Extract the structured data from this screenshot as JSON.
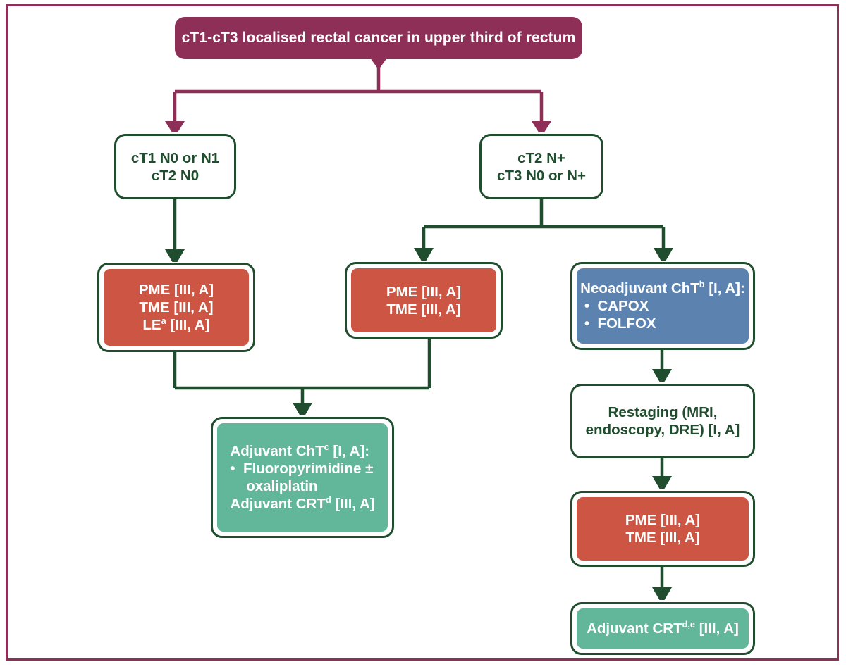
{
  "diagram": {
    "title_node": {
      "label": "cT1-cT3 localised rectal cancer in upper third of rectum"
    },
    "colors": {
      "frame": "#8d2f57",
      "title_fill": "#8d2f57",
      "connector_top": "#8d2f57",
      "connector_main": "#1f4d2e",
      "border_green": "#1f4d2e",
      "surgery_fill": "#cc5543",
      "chemo_fill": "#5c83af",
      "adjuvant_fill": "#62b69a",
      "node_text_white": "#ffffff",
      "decision_text": "#1f4d2e"
    },
    "decision_nodes": [
      {
        "id": "left-stage",
        "line1": "cT1 N0 or N1",
        "line2": "cT2 N0"
      },
      {
        "id": "right-stage",
        "line1": "cT2 N+",
        "line2": "cT3 N0 or N+"
      }
    ],
    "treatment_nodes": [
      {
        "id": "pme-tme-le",
        "kind": "surgery",
        "line1": "PME [III, A]",
        "line2": "TME [III, A]",
        "line3_pre": "LE",
        "line3_sup": "a",
        "line3_post": " [III, A]"
      },
      {
        "id": "pme-tme-mid",
        "kind": "surgery",
        "line1": "PME [III, A]",
        "line2": "TME [III, A]"
      },
      {
        "id": "neoadjuvant-cht",
        "kind": "chemo",
        "heading_pre": "Neoadjuvant ChT",
        "heading_sup": "b",
        "heading_post": " [I, A]:",
        "bullets": [
          "CAPOX",
          "FOLFOX"
        ]
      },
      {
        "id": "adjuvant-cht",
        "kind": "adjuvant",
        "heading_pre": "Adjuvant ChT",
        "heading_sup": "c",
        "heading_post": " [I, A]:",
        "bullets": [
          "Fluoropyrimidine ±",
          "oxaliplatin"
        ],
        "footer_pre": "Adjuvant CRT",
        "footer_sup": "d",
        "footer_post": " [III, A]"
      },
      {
        "id": "restaging",
        "kind": "decision",
        "line1": "Restaging (MRI,",
        "line2": "endoscopy, DRE) [I, A]"
      },
      {
        "id": "pme-tme-right",
        "kind": "surgery",
        "line1": "PME [III, A]",
        "line2": "TME [III, A]"
      },
      {
        "id": "adjuvant-crt",
        "kind": "adjuvant",
        "line1_pre": "Adjuvant CRT",
        "line1_sup": "d,e",
        "line1_post": " [III, A]"
      }
    ]
  }
}
